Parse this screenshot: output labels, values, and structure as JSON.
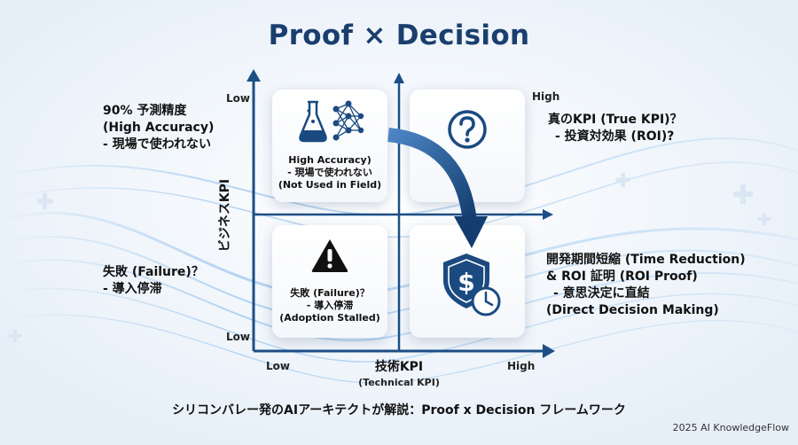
{
  "title": "Proof × Decision",
  "left_top": {
    "lines": [
      "90% 予測精度",
      "(High Accuracy)",
      "- 現場で使われない"
    ]
  },
  "left_bottom": {
    "lines": [
      "失敗 (Failure)？",
      "- 導入停滞"
    ]
  },
  "right_top": {
    "high_label": "High",
    "lines": [
      "真のKPI (True KPI)？",
      "- 投資対効果 (ROI)?"
    ]
  },
  "right_bottom": {
    "lines": [
      "開発期間短縮 (Time Reduction)",
      "& ROI 証明 (ROI Proof)",
      "- 意思決定に直結",
      "(Direct Decision Making)"
    ]
  },
  "y_axis": {
    "title": "ビジネスKPI",
    "top_label": "Low",
    "bottom_label": "Low"
  },
  "x_axis": {
    "title": "技術KPI",
    "subtitle": "(Technical KPI)",
    "left_label": "Low",
    "right_label": "High"
  },
  "cards": {
    "top_left": {
      "icon": "flask-and-neural-network-icon",
      "lines": [
        "High Accuracy)",
        "- 現場で使われない",
        "(Not Used in Field)"
      ]
    },
    "top_right": {
      "icon": "question-mark-icon"
    },
    "bottom_left": {
      "icon": "warning-triangle-icon",
      "lines": [
        "失敗 (Failure)？",
        "- 導入停滞",
        "(Adoption Stalled)"
      ]
    },
    "bottom_right": {
      "icon": "dollar-shield-clock-icon"
    }
  },
  "caption": "シリコンバレー発のAIアーキテクトが解説：Proof x Decision フレームワーク",
  "credit": "2025 AI KnowledgeFlow",
  "colors": {
    "title": "#1a3f6e",
    "axis": "#1d4f86",
    "icon_blue": "#1b4a80",
    "warning": "#111111",
    "background": "#f4f8fc"
  }
}
